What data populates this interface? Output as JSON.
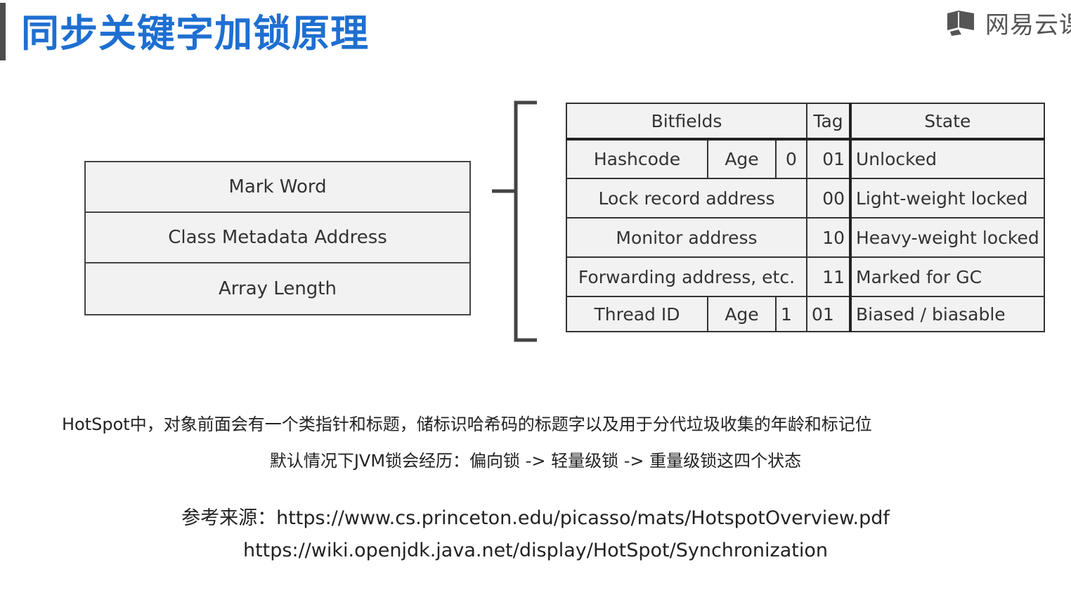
{
  "header": {
    "title": "同步关键字加锁原理",
    "logo_text": "网易云课"
  },
  "object_layout": {
    "rows": [
      "Mark Word",
      "Class Metadata Address",
      "Array Length"
    ]
  },
  "mark_word_table": {
    "headers": {
      "bitfields": "Bitfields",
      "tag": "Tag",
      "state": "State"
    },
    "rows": [
      {
        "c1": "Hashcode",
        "c2": "Age",
        "c3": "0",
        "tag": "01",
        "state": "Unlocked"
      },
      {
        "c1": "Lock record address",
        "tag": "00",
        "state": "Light-weight locked"
      },
      {
        "c1": "Monitor address",
        "tag": "10",
        "state": "Heavy-weight locked"
      },
      {
        "c1": "Forwarding address, etc.",
        "tag": "11",
        "state": "Marked for GC"
      },
      {
        "c1": "Thread ID",
        "c2": "Age",
        "c3": "1",
        "tag": "01",
        "state": "Biased / biasable"
      }
    ]
  },
  "notes": {
    "line1": "HotSpot中，对象前面会有一个类指针和标题，储标识哈希码的标题字以及用于分代垃圾收集的年龄和标记位",
    "line2": "默认情况下JVM锁会经历：偏向锁 -> 轻量级锁 -> 重量级锁这四个状态",
    "ref1": "参考来源：https://www.cs.princeton.edu/picasso/mats/HotspotOverview.pdf",
    "ref2": "https://wiki.openjdk.java.net/display/HotSpot/Synchronization"
  }
}
